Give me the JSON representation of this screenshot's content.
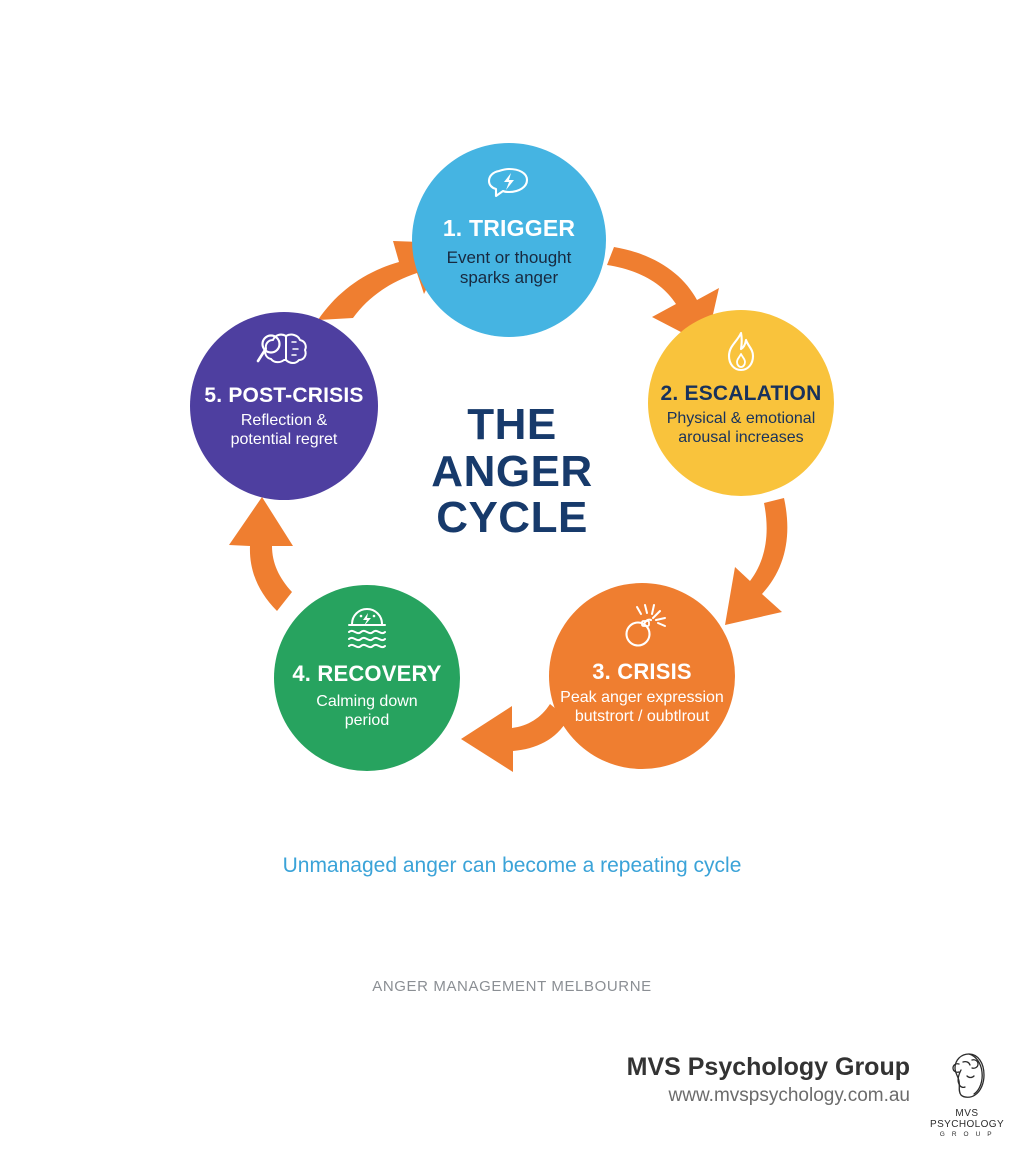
{
  "diagram": {
    "center_title_lines": [
      "THE",
      "ANGER",
      "CYCLE"
    ],
    "caption": "Unmanaged anger can become a repeating cycle",
    "source_line": "ANGER MANAGEMENT MELBOURNE",
    "nodes": [
      {
        "title": "1. TRIGGER",
        "desc_lines": [
          "Event or thought",
          "sparks anger"
        ],
        "color": "#45b4e2",
        "icon": "speech-bubble-lightning-icon"
      },
      {
        "title": "2. ESCALATION",
        "desc_lines": [
          "Physical & emotional",
          "arousal increases"
        ],
        "color": "#f9c33c",
        "icon": "flame-icon"
      },
      {
        "title": "3. CRISIS",
        "desc_lines": [
          "Peak anger expression",
          "butstrort / oubtlrout"
        ],
        "color": "#ef7e30",
        "icon": "bomb-explosion-icon"
      },
      {
        "title": "4. RECOVERY",
        "desc_lines": [
          "Calming down",
          "period"
        ],
        "color": "#27a35f",
        "icon": "sun-over-water-icon"
      },
      {
        "title": "5. POST-CRISIS",
        "desc_lines": [
          "Reflection &",
          "potential regret"
        ],
        "color": "#4e3fa0",
        "icon": "magnifier-brain-icon"
      }
    ],
    "arrow_color": "#ef7e30",
    "arrows": [
      {
        "name": "arrow-trigger-to-escalation"
      },
      {
        "name": "arrow-escalation-to-crisis"
      },
      {
        "name": "arrow-crisis-to-recovery"
      },
      {
        "name": "arrow-recovery-to-post-crisis"
      },
      {
        "name": "arrow-post-crisis-to-trigger"
      }
    ]
  },
  "footer": {
    "brand_name": "MVS Psychology Group",
    "brand_url": "www.mvspsychology.com.au",
    "logo": {
      "line1": "MVS",
      "line2": "PSYCHOLOGY",
      "line3": "G R O U P"
    }
  }
}
